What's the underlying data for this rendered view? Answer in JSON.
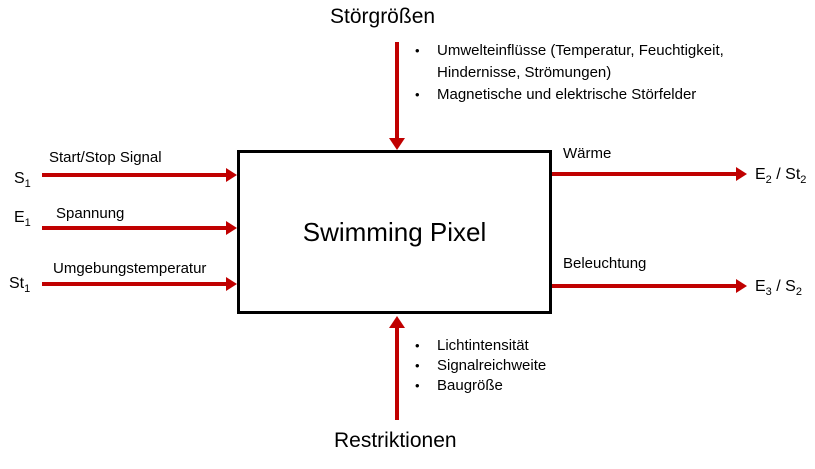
{
  "diagram": {
    "colors": {
      "arrow": "#c00000",
      "text": "#000000",
      "box_border": "#000000"
    },
    "bullet_char": "•",
    "top": {
      "title": "Störgrößen",
      "bullets": [
        "Umwelteinflüsse (Temperatur, Feuchtigkeit, Hindernisse, Strömungen)",
        "Magnetische und elektrische Störfelder"
      ]
    },
    "bottom": {
      "title": "Restriktionen",
      "bullets": [
        "Lichtintensität",
        "Signalreichweite",
        "Baugröße"
      ]
    },
    "center_box": {
      "label": "Swimming Pixel"
    },
    "inputs": [
      {
        "symbol_base": "S",
        "symbol_sub": "1",
        "label": "Start/Stop Signal"
      },
      {
        "symbol_base": "E",
        "symbol_sub": "1",
        "label": "Spannung"
      },
      {
        "symbol_base": "St",
        "symbol_sub": "1",
        "label": "Umgebungstemperatur"
      }
    ],
    "outputs": [
      {
        "label": "Wärme",
        "sym1_base": "E",
        "sym1_sub": "2",
        "separator": " / ",
        "sym2_base": "St",
        "sym2_sub": "2"
      },
      {
        "label": "Beleuchtung",
        "sym1_base": "E",
        "sym1_sub": "3",
        "separator": " / ",
        "sym2_base": "S",
        "sym2_sub": "2"
      }
    ]
  }
}
